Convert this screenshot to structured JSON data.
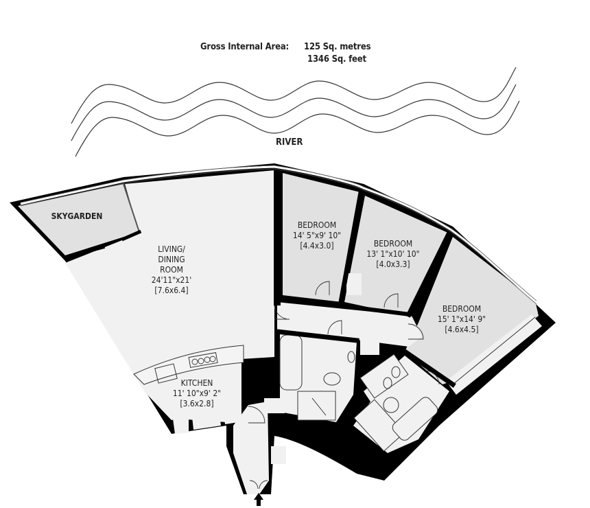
{
  "header": {
    "area_label": "Gross Internal Area:",
    "area_metric": "125 Sq. metres",
    "area_imperial": "1346 Sq. feet"
  },
  "river_label": "RIVER",
  "colors": {
    "wall": "#000000",
    "room_fill_dark": "#e1e1e1",
    "room_fill_light": "#f1f1f1",
    "background": "#ffffff"
  },
  "rooms": {
    "skygarden": {
      "name": "SKYGARDEN"
    },
    "living": {
      "name_line1": "LIVING/",
      "name_line2": "DINING",
      "name_line3": "ROOM",
      "imperial": "24'11\"x21'",
      "metric": "[7.6x6.4]"
    },
    "bedroom1": {
      "name": "BEDROOM",
      "imperial": "14' 5\"x9' 10\"",
      "metric": "[4.4x3.0]"
    },
    "bedroom2": {
      "name": "BEDROOM",
      "imperial": "13' 1\"x10' 10\"",
      "metric": "[4.0x3.3]"
    },
    "bedroom3": {
      "name": "BEDROOM",
      "imperial": "15' 1\"x14' 9\"",
      "metric": "[4.6x4.5]"
    },
    "kitchen": {
      "name": "KITCHEN",
      "imperial": "11' 10\"x9' 2\"",
      "metric": "[3.6x2.8]"
    }
  },
  "entrance_icon": "arrow-up-icon"
}
